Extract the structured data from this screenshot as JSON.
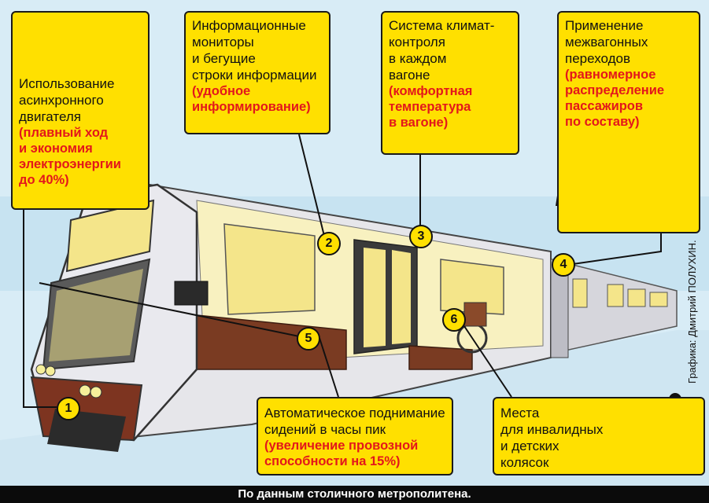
{
  "callouts": [
    {
      "id": 1,
      "text": "Использование\nасинхронного\nдвигателя",
      "highlight": "(плавный ход\nи экономия\nэлектроэнергии\nдо 40%)"
    },
    {
      "id": 2,
      "text": "Информационные\nмониторы\nи бегущие\nстроки информации",
      "highlight": "(удобное\nинформирование)"
    },
    {
      "id": 3,
      "text": "Система климат-\nконтроля\nв каждом\nвагоне",
      "highlight": "(комфортная\nтемпература\nв вагоне)"
    },
    {
      "id": 4,
      "text": "Применение\nмежвагонных\nпереходов",
      "highlight": "(равномерное\nраспределение\nпассажиров\nпо составу)"
    },
    {
      "id": 5,
      "text": "Автоматическое поднимание\nсидений в часы пик",
      "highlight": "(увеличение провозной\nспособности на 15%)"
    },
    {
      "id": 6,
      "text": "Места\nдля инвалидных\nи детских\nколясок",
      "highlight": ""
    }
  ],
  "markers": [
    "1",
    "2",
    "3",
    "4",
    "5",
    "6"
  ],
  "credit": "Графика: Дмитрий ПОЛУХИН.",
  "footer": "По данным столичного метрополитена.",
  "colors": {
    "box": "#ffe000",
    "highlight": "#e3171b",
    "sky": "#d8ecf6",
    "train_body": "#e6e6ea",
    "interior": "#f4e58a",
    "footer": "#0b0b0b"
  }
}
